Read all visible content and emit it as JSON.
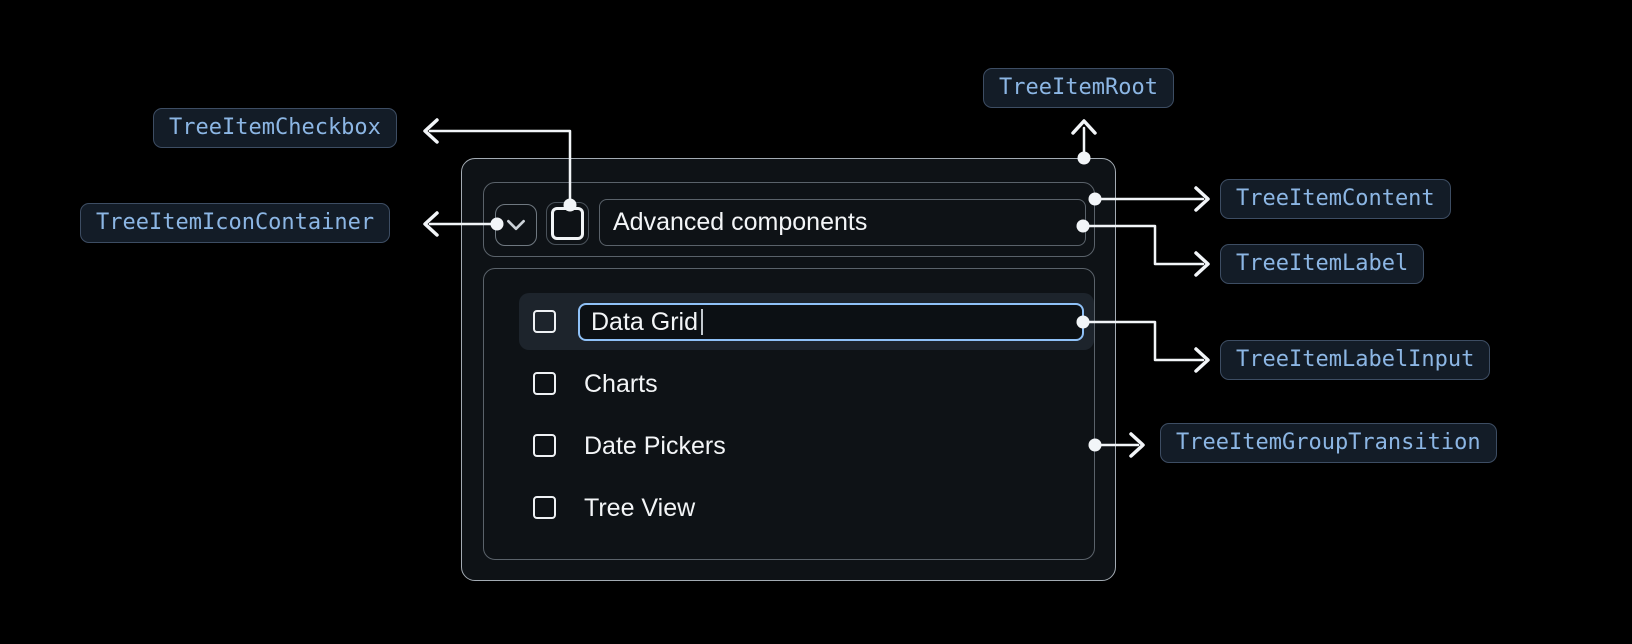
{
  "annotations": {
    "root": "TreeItemRoot",
    "checkbox": "TreeItemCheckbox",
    "icon_container": "TreeItemIconContainer",
    "content": "TreeItemContent",
    "label": "TreeItemLabel",
    "label_input": "TreeItemLabelInput",
    "group_transition": "TreeItemGroupTransition"
  },
  "tree": {
    "parent_label": "Advanced components",
    "editing_value": "Data Grid",
    "items": [
      "Charts",
      "Date Pickers",
      "Tree View"
    ],
    "checkbox_state": "unchecked",
    "expand_state": "expanded"
  },
  "icons": {
    "expand": "chevron-down-icon",
    "checkbox": "checkbox-unchecked-icon",
    "cursor": "text-cursor"
  },
  "colors": {
    "page_bg": "#000000",
    "surface_bg": "#0e1216",
    "root_border": "#a3abb3",
    "inner_border": "#5a626a",
    "chip_bg": "#131c27",
    "chip_border": "#3d4d63",
    "chip_text": "#8cb6e4",
    "connector": "#f2f5f8",
    "input_focus_border": "#8fc1f7",
    "row_highlight_bg": "#1d242c",
    "text": "#f3f5f7"
  }
}
